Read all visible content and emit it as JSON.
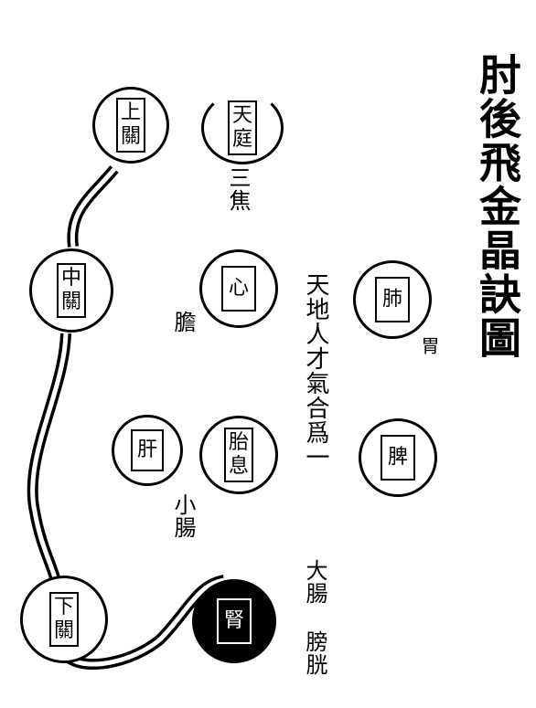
{
  "title": "肘後飛金晶訣圖",
  "nodes": {
    "shangguan": [
      "上",
      "關"
    ],
    "tianting": [
      "天",
      "庭"
    ],
    "zhongguan": [
      "中",
      "關"
    ],
    "xin": [
      "心"
    ],
    "fei": [
      "肺"
    ],
    "gan": [
      "肝"
    ],
    "taixi": [
      "胎",
      "息"
    ],
    "pi": [
      "脾"
    ],
    "xiaguan": [
      "下",
      "關"
    ],
    "shen": [
      "腎"
    ]
  },
  "labels": {
    "sanjiao": "三焦",
    "dan": "膽",
    "wei": "胃",
    "center": "天地人才氣合爲一",
    "xiaochang": "小腸",
    "dachang": "大腸",
    "pangguang": "膀胱"
  },
  "colors": {
    "ink": "#000000",
    "paper": "#ffffff"
  }
}
